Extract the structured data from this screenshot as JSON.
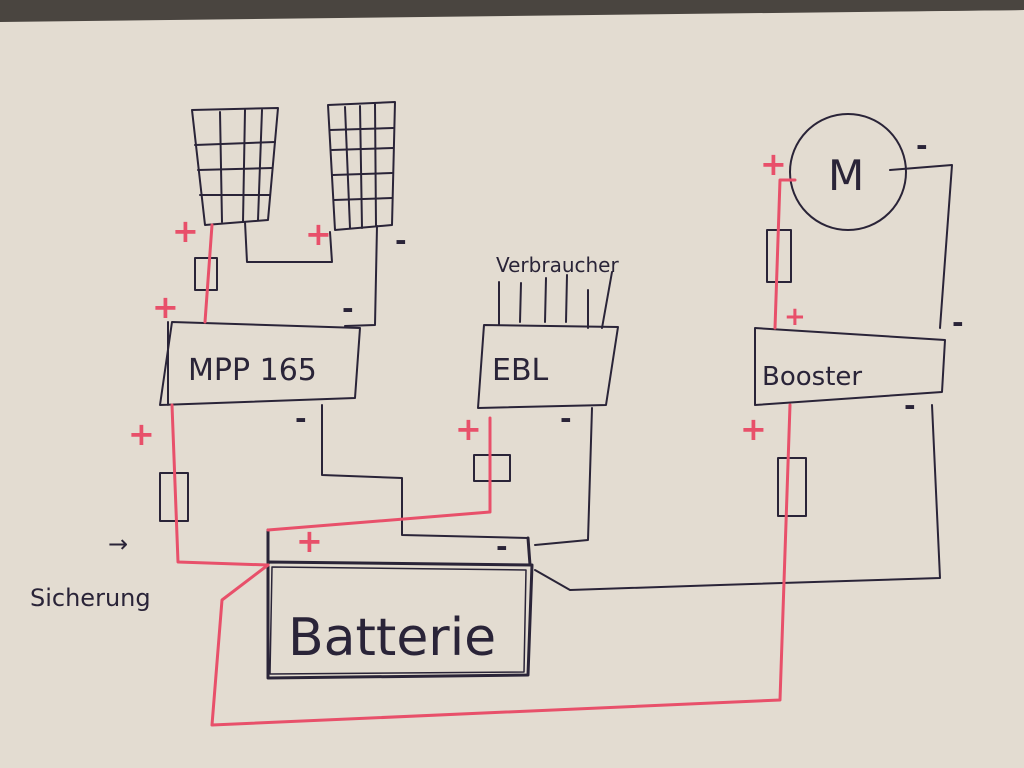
{
  "diagram": {
    "type": "hand-drawn wiring diagram",
    "colors": {
      "paper": "#e4ddd2",
      "ink": "#2a2438",
      "positive_wire": "#e8506a",
      "background": "#3a3632"
    },
    "components": {
      "solar_panel_1": {
        "label": ""
      },
      "solar_panel_2": {
        "label": ""
      },
      "charge_controller": {
        "label": "MPP 165"
      },
      "ebl": {
        "label": "EBL"
      },
      "consumers": {
        "label": "Verbraucher",
        "outputs": 6
      },
      "booster": {
        "label": "Booster"
      },
      "motor": {
        "label": "M"
      },
      "battery": {
        "label": "Batterie"
      }
    },
    "annotations": {
      "fuse_label": "Sicherung",
      "fuse_arrow": "→"
    },
    "polarity": {
      "plus": "+",
      "minus": "-"
    }
  }
}
